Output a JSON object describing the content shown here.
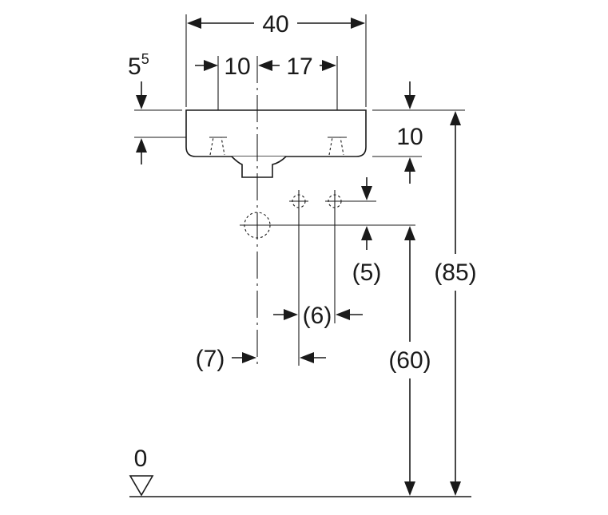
{
  "dimensions": {
    "overall_width": "40",
    "rim_thickness_base": "5",
    "rim_thickness_sup": "5",
    "tap_offset_left": "10",
    "tap_spacing": "17",
    "basin_depth": "10",
    "supply_height": "(5)",
    "supply_spacing": "(6)",
    "waste_offset": "(7)",
    "waste_height": "(60)",
    "rim_height": "(85)",
    "floor_level": "0"
  }
}
